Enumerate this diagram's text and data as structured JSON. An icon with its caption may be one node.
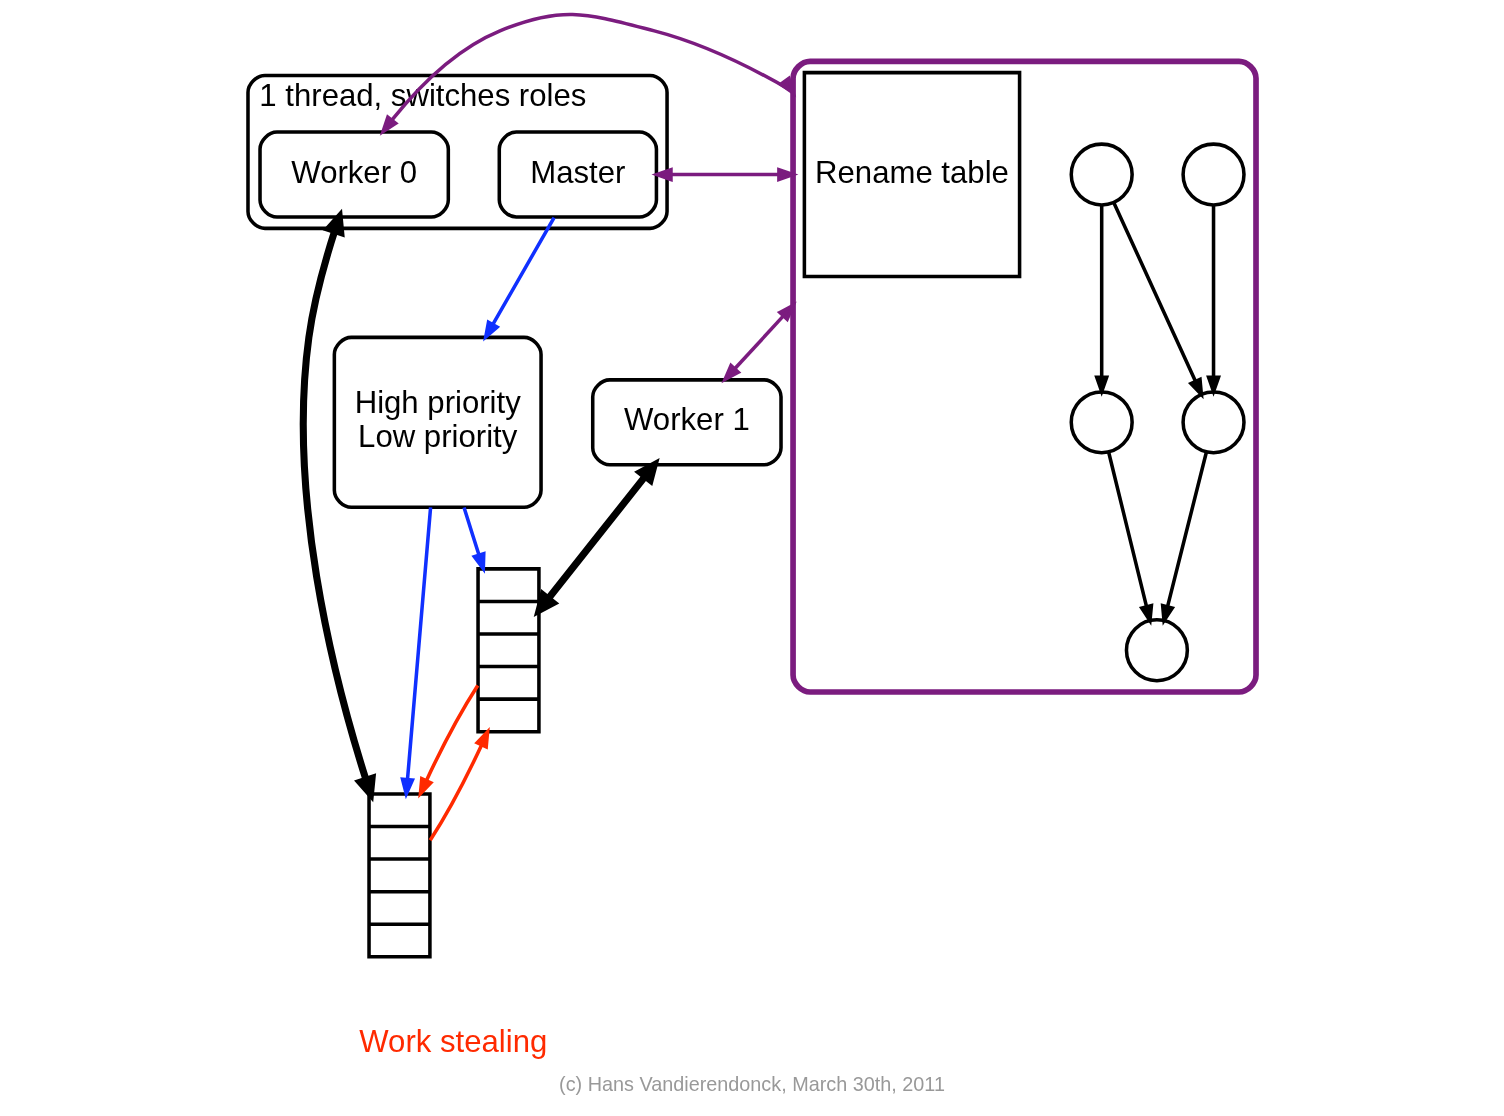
{
  "diagram": {
    "caption": "(c) Hans Vandierendonck, March 30th, 2011",
    "nodes": [
      {
        "text": [
          "1 thread, switches roles"
        ]
      },
      {
        "text": [
          "Master"
        ],
        "in": 0
      },
      {
        "text": [
          "Worker 0"
        ],
        "in": 0
      },
      {
        "text": [
          "Worker 1"
        ]
      },
      {
        "text": [],
        "shape": "cloud"
      },
      {
        "text": [
          "Rename table"
        ],
        "in": 4
      },
      {
        "text": [],
        "shape": "circle",
        "in": 4
      },
      {
        "text": [],
        "shape": "circle",
        "in": 4
      },
      {
        "text": [],
        "shape": "circle",
        "in": 4
      },
      {
        "text": [],
        "shape": "circle",
        "in": 4
      },
      {
        "text": [],
        "shape": "circle",
        "in": 4
      },
      {
        "text": [],
        "shape": "bar"
      },
      {
        "text": [],
        "shape": "bar"
      },
      {
        "text": [
          "High priority",
          "Low priority"
        ]
      }
    ],
    "edges": [
      {
        "from": 1,
        "to": 4,
        "arrow": "both",
        "color": "#7b1c7f"
      },
      {
        "from": 4,
        "to": 2,
        "arrow": "both",
        "color": "#7b1c7f"
      },
      {
        "from": 4,
        "to": 3,
        "arrow": "both",
        "color": "#7b1c7f"
      },
      {
        "from": 6,
        "to": 9,
        "arrow": "to"
      },
      {
        "from": 7,
        "to": 9,
        "arrow": "to"
      },
      {
        "from": 7,
        "to": 8,
        "arrow": "to"
      },
      {
        "from": 9,
        "to": 10,
        "arrow": "to"
      },
      {
        "from": 8,
        "to": 10,
        "arrow": "to"
      },
      {
        "from": 2,
        "to": 11,
        "arrow": "both",
        "style": "thick"
      },
      {
        "from": 3,
        "to": 12,
        "arrow": "both",
        "style": "thick"
      },
      {
        "from": 11,
        "to": 12,
        "arrow": "to",
        "color": "#ff2a00"
      },
      {
        "from": 12,
        "to": 11,
        "arrow": "to",
        "color": "#ff2a00"
      },
      {
        "from": 1,
        "to": 13,
        "arrow": "to",
        "color": "#1030ff"
      },
      {
        "from": 13,
        "to": 11,
        "arrow": "to",
        "color": "#1030ff"
      },
      {
        "from": 13,
        "to": 12,
        "arrow": "to",
        "color": "#1030ff"
      }
    ],
    "labels": [
      "Work stealing"
    ]
  }
}
